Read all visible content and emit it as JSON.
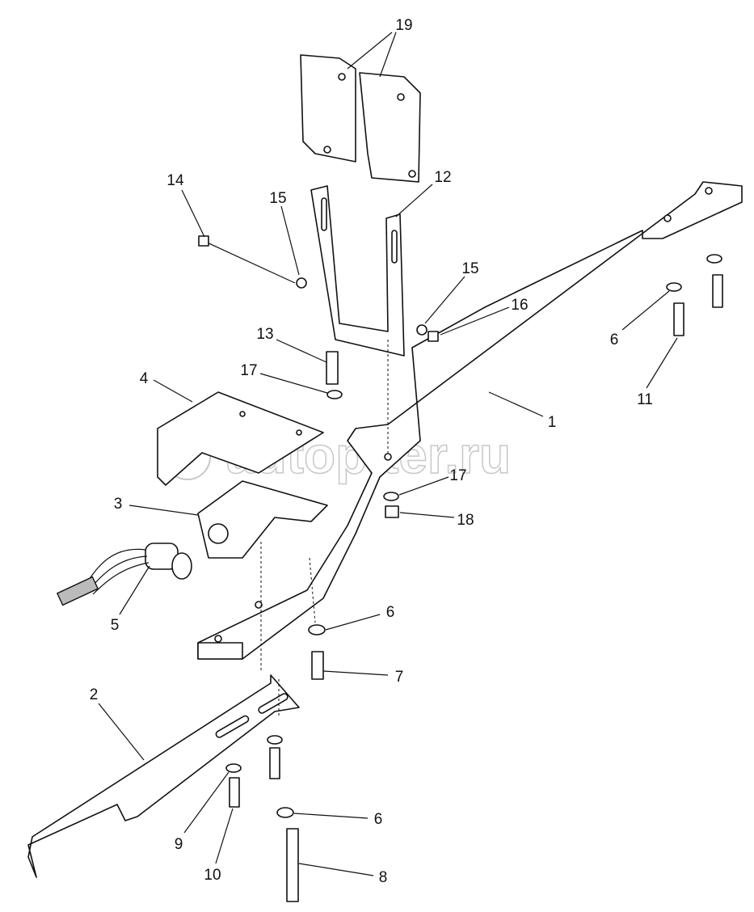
{
  "watermark": "autopiter.ru",
  "callouts": {
    "c19": "19",
    "c12": "12",
    "c14": "14",
    "c15a": "15",
    "c15b": "15",
    "c16": "16",
    "c13": "13",
    "c17a": "17",
    "c4": "4",
    "c6a": "6",
    "c11": "11",
    "c1": "1",
    "c17b": "17",
    "c18": "18",
    "c3": "3",
    "c5": "5",
    "c6b": "6",
    "c7": "7",
    "c2": "2",
    "c6c": "6",
    "c9": "9",
    "c10": "10",
    "c8": "8"
  }
}
